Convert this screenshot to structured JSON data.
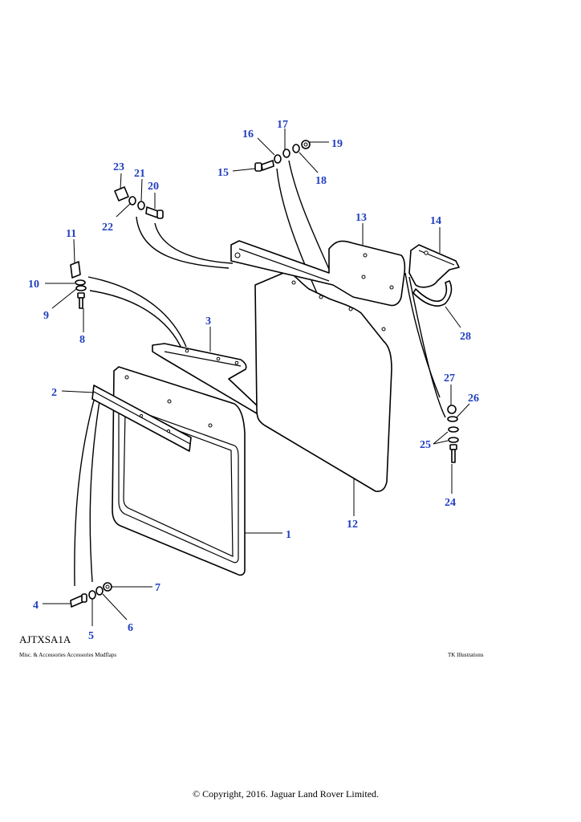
{
  "diagram": {
    "reference_code": "AJTXSA1A",
    "caption_left": "Misc. & Accessories Accessories Mudflaps",
    "caption_right": "TK Illustrations",
    "copyright": "© Copyright, 2016. Jaguar Land Rover Limited.",
    "callout_color": "#1f3fbf",
    "callouts": [
      "1",
      "2",
      "3",
      "4",
      "5",
      "6",
      "7",
      "8",
      "9",
      "10",
      "11",
      "12",
      "13",
      "14",
      "15",
      "16",
      "17",
      "18",
      "19",
      "20",
      "21",
      "22",
      "23",
      "24",
      "25",
      "26",
      "27",
      "28"
    ]
  }
}
